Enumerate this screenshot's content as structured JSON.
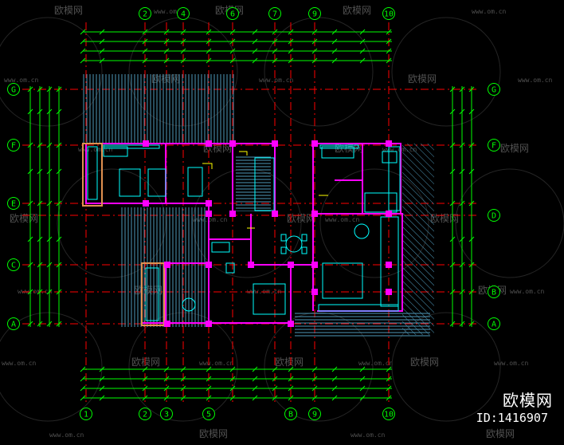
{
  "drawing": {
    "top_axes": [
      "2",
      "4",
      "6",
      "7",
      "9",
      "10"
    ],
    "bottom_axes": [
      "1",
      "2",
      "3",
      "5",
      "B",
      "9",
      "10"
    ],
    "left_axes": [
      "G",
      "F",
      "E",
      "C",
      "A"
    ],
    "right_axes": [
      "G",
      "F",
      "D",
      "B",
      "A"
    ]
  },
  "watermark": {
    "logo_text": "欧模网",
    "site_text": "www.om.cn"
  },
  "brand": {
    "name": "欧模网",
    "id": "ID:1416907"
  },
  "colors": {
    "background": "#000000",
    "axis": "#00ff00",
    "dimension": "#00ff00",
    "grid_line": "#ff0000",
    "wall": "#ff00ff",
    "hatch": "#5fa8c8",
    "furniture": "#00ffff",
    "balcony": "#e09050"
  }
}
